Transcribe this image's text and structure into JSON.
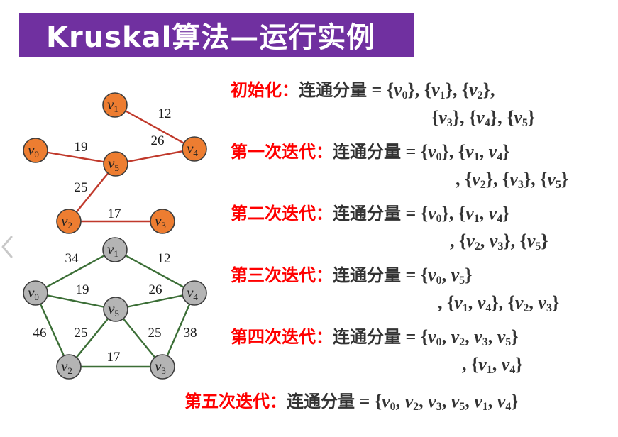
{
  "title": "Kruskal算法—运行实例",
  "colors": {
    "title_bg": "#7030a0",
    "title_text": "#ffffff",
    "step_label": "#ff0000",
    "text": "#333333",
    "result_node_fill": "#ed7d31",
    "result_edge": "#c0392b",
    "orig_node_fill": "#b4b4b4",
    "orig_edge": "#3b6e36"
  },
  "icons": {
    "nav": "chevron-left-icon"
  },
  "graphs": {
    "result_tree": {
      "nodes": [
        {
          "id": "v0",
          "letter": "v",
          "sub": "0"
        },
        {
          "id": "v1",
          "letter": "v",
          "sub": "1"
        },
        {
          "id": "v2",
          "letter": "v",
          "sub": "2"
        },
        {
          "id": "v3",
          "letter": "v",
          "sub": "3"
        },
        {
          "id": "v4",
          "letter": "v",
          "sub": "4"
        },
        {
          "id": "v5",
          "letter": "v",
          "sub": "5"
        }
      ],
      "edges": [
        {
          "from": "v1",
          "to": "v4",
          "weight": "12"
        },
        {
          "from": "v0",
          "to": "v5",
          "weight": "19"
        },
        {
          "from": "v5",
          "to": "v4",
          "weight": "26"
        },
        {
          "from": "v5",
          "to": "v2",
          "weight": "25"
        },
        {
          "from": "v2",
          "to": "v3",
          "weight": "17"
        }
      ]
    },
    "original_graph": {
      "nodes": [
        {
          "id": "v0",
          "letter": "v",
          "sub": "0"
        },
        {
          "id": "v1",
          "letter": "v",
          "sub": "1"
        },
        {
          "id": "v2",
          "letter": "v",
          "sub": "2"
        },
        {
          "id": "v3",
          "letter": "v",
          "sub": "3"
        },
        {
          "id": "v4",
          "letter": "v",
          "sub": "4"
        },
        {
          "id": "v5",
          "letter": "v",
          "sub": "5"
        }
      ],
      "edges": [
        {
          "from": "v0",
          "to": "v1",
          "weight": "34"
        },
        {
          "from": "v1",
          "to": "v4",
          "weight": "12"
        },
        {
          "from": "v0",
          "to": "v5",
          "weight": "19"
        },
        {
          "from": "v5",
          "to": "v4",
          "weight": "26"
        },
        {
          "from": "v0",
          "to": "v2",
          "weight": "46"
        },
        {
          "from": "v2",
          "to": "v5",
          "weight": "25"
        },
        {
          "from": "v5",
          "to": "v3",
          "weight": "25"
        },
        {
          "from": "v4",
          "to": "v3",
          "weight": "38"
        },
        {
          "from": "v2",
          "to": "v3",
          "weight": "17"
        }
      ]
    }
  },
  "steps": [
    {
      "label": "初始化：",
      "cc": "连通分量",
      "lines": [
        [
          [
            [
              "v",
              "0"
            ]
          ],
          [
            [
              "v",
              "1"
            ]
          ],
          [
            [
              "v",
              "2"
            ]
          ]
        ],
        [
          [
            [
              "v",
              "3"
            ]
          ],
          [
            [
              "v",
              "4"
            ]
          ],
          [
            [
              "v",
              "5"
            ]
          ]
        ]
      ]
    },
    {
      "label": "第一次迭代：",
      "cc": "连通分量",
      "lines": [
        [
          [
            [
              "v",
              "0"
            ]
          ],
          [
            [
              "v",
              "1"
            ],
            [
              "v",
              "4"
            ]
          ]
        ],
        [
          [
            [
              "v",
              "2"
            ]
          ],
          [
            [
              "v",
              "3"
            ]
          ],
          [
            [
              "v",
              "5"
            ]
          ]
        ]
      ]
    },
    {
      "label": "第二次迭代：",
      "cc": "连通分量",
      "lines": [
        [
          [
            [
              "v",
              "0"
            ]
          ],
          [
            [
              "v",
              "1"
            ],
            [
              "v",
              "4"
            ]
          ]
        ],
        [
          [
            [
              "v",
              "2"
            ],
            [
              "v",
              "3"
            ]
          ],
          [
            [
              "v",
              "5"
            ]
          ]
        ]
      ]
    },
    {
      "label": "第三次迭代：",
      "cc": "连通分量",
      "lines": [
        [
          [
            [
              "v",
              "0"
            ],
            [
              "v",
              "5"
            ]
          ]
        ],
        [
          [
            [
              "v",
              "1"
            ],
            [
              "v",
              "4"
            ]
          ],
          [
            [
              "v",
              "2"
            ],
            [
              "v",
              "3"
            ]
          ]
        ]
      ]
    },
    {
      "label": "第四次迭代：",
      "cc": "连通分量",
      "lines": [
        [
          [
            [
              "v",
              "0"
            ],
            [
              "v",
              "2"
            ],
            [
              "v",
              "3"
            ],
            [
              "v",
              "5"
            ]
          ]
        ],
        [
          [
            [
              "v",
              "1"
            ],
            [
              "v",
              "4"
            ]
          ]
        ]
      ]
    },
    {
      "label": "第五次迭代：",
      "cc": "连通分量",
      "lines": [
        [
          [
            [
              "v",
              "0"
            ],
            [
              "v",
              "2"
            ],
            [
              "v",
              "3"
            ],
            [
              "v",
              "5"
            ],
            [
              "v",
              "1"
            ],
            [
              "v",
              "4"
            ]
          ]
        ]
      ]
    }
  ]
}
